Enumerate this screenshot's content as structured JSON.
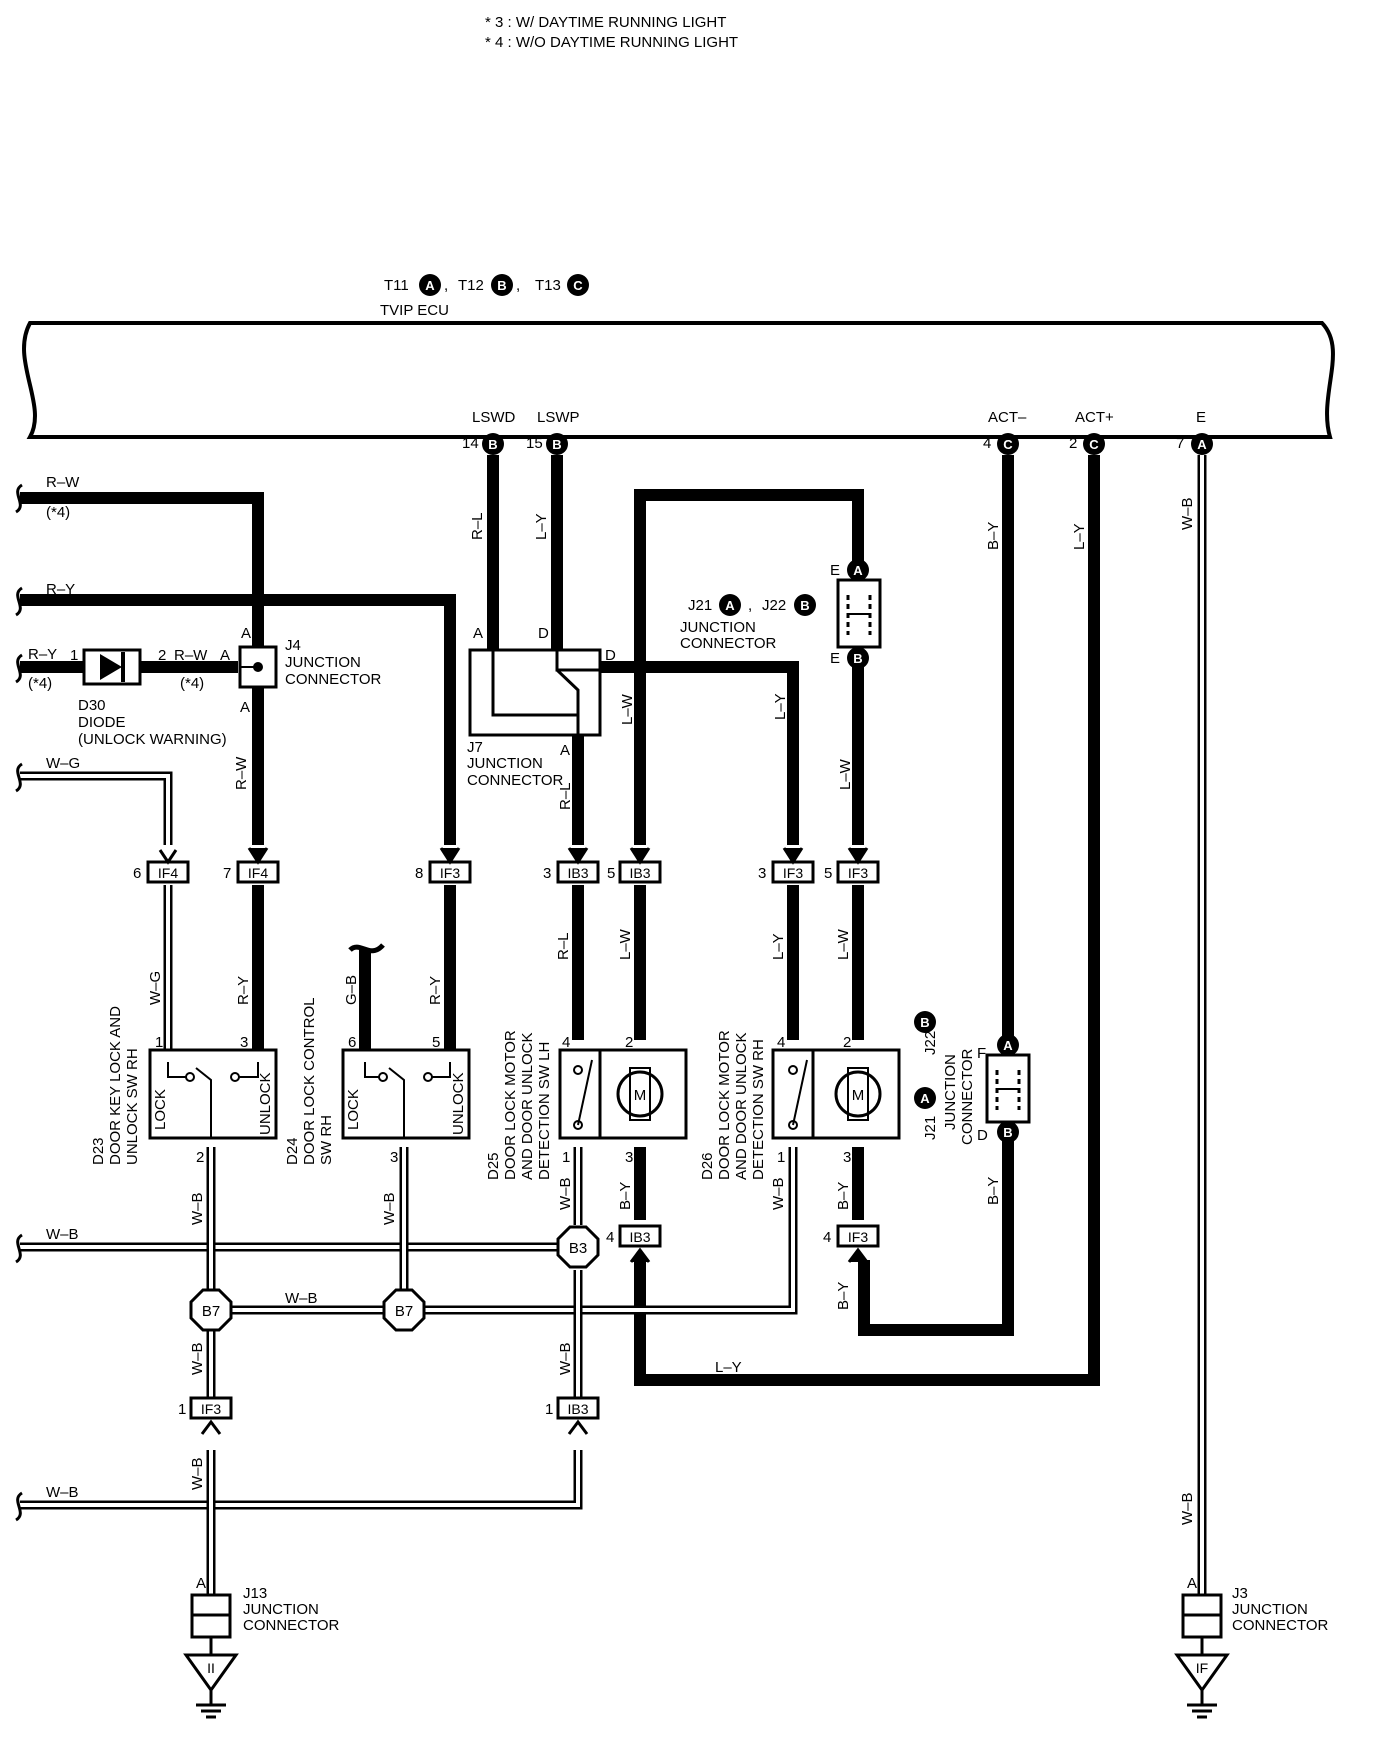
{
  "notes": [
    "* 3 : W/ DAYTIME RUNNING LIGHT",
    "* 4 : W/O DAYTIME RUNNING LIGHT"
  ],
  "ecu": {
    "title": "TVIP ECU",
    "connectors": [
      {
        "name": "T11",
        "letter": "A"
      },
      {
        "name": "T12",
        "letter": "B"
      },
      {
        "name": "T13",
        "letter": "C"
      }
    ],
    "pins": [
      {
        "label": "LSWD",
        "num": "14",
        "letter": "B"
      },
      {
        "label": "LSWP",
        "num": "15",
        "letter": "B"
      },
      {
        "label": "ACT–",
        "num": "4",
        "letter": "C"
      },
      {
        "label": "ACT+",
        "num": "2",
        "letter": "C"
      },
      {
        "label": "E",
        "num": "7",
        "letter": "A"
      }
    ]
  },
  "wires": {
    "r_w": "R–W",
    "r_y": "R–Y",
    "w_g": "W–G",
    "r_l": "R–L",
    "l_y": "L–Y",
    "l_w": "L–W",
    "b_y": "B–Y",
    "w_b": "W–B",
    "g_b": "G–B",
    "note4": "(*4)"
  },
  "components": {
    "d30": {
      "id": "D30",
      "name": "DIODE",
      "sub": "(UNLOCK WARNING)",
      "pin1": "1",
      "pin2": "2"
    },
    "j4": {
      "id": "J4",
      "line1": "JUNCTION",
      "line2": "CONNECTOR",
      "pin": "A"
    },
    "j7": {
      "id": "J7",
      "line1": "JUNCTION",
      "line2": "CONNECTOR",
      "pa": "A",
      "pd": "D"
    },
    "j21": {
      "name1": "J21",
      "l1": "A",
      "name2": "J22",
      "l2": "B",
      "line1": "JUNCTION",
      "line2": "CONNECTOR",
      "pe": "E",
      "pf": "F",
      "pd": "D",
      "pa": "A",
      "pb": "B"
    },
    "d23": {
      "id": "D23",
      "line1": "DOOR KEY LOCK AND",
      "line2": "UNLOCK SW RH",
      "lock": "LOCK",
      "unlock": "UNLOCK",
      "p1": "1",
      "p2": "2",
      "p3": "3"
    },
    "d24": {
      "id": "D24",
      "line1": "DOOR LOCK CONTROL",
      "line2": "SW RH",
      "lock": "LOCK",
      "unlock": "UNLOCK",
      "p6": "6",
      "p5": "5",
      "p3": "3"
    },
    "d25": {
      "id": "D25",
      "line1": "DOOR LOCK MOTOR",
      "line2": "AND DOOR UNLOCK",
      "line3": "DETECTION SW LH",
      "m": "M",
      "p4": "4",
      "p2": "2",
      "p1": "1",
      "p3": "3"
    },
    "d26": {
      "id": "D26",
      "line1": "DOOR LOCK MOTOR",
      "line2": "AND DOOR UNLOCK",
      "line3": "DETECTION SW RH",
      "m": "M",
      "p4": "4",
      "p2": "2",
      "p1": "1",
      "p3": "3"
    },
    "j13": {
      "id": "J13",
      "line1": "JUNCTION",
      "line2": "CONNECTOR",
      "pin": "A",
      "ground": "II"
    },
    "j3": {
      "id": "J3",
      "line1": "JUNCTION",
      "line2": "CONNECTOR",
      "pin": "A",
      "ground": "IF"
    }
  },
  "junctions": {
    "if4": "IF4",
    "if3": "IF3",
    "ib3": "IB3",
    "b3": "B3",
    "b7": "B7",
    "n6": "6",
    "n7": "7",
    "n8": "8",
    "n3": "3",
    "n5": "5",
    "n4": "4",
    "n1": "1"
  }
}
